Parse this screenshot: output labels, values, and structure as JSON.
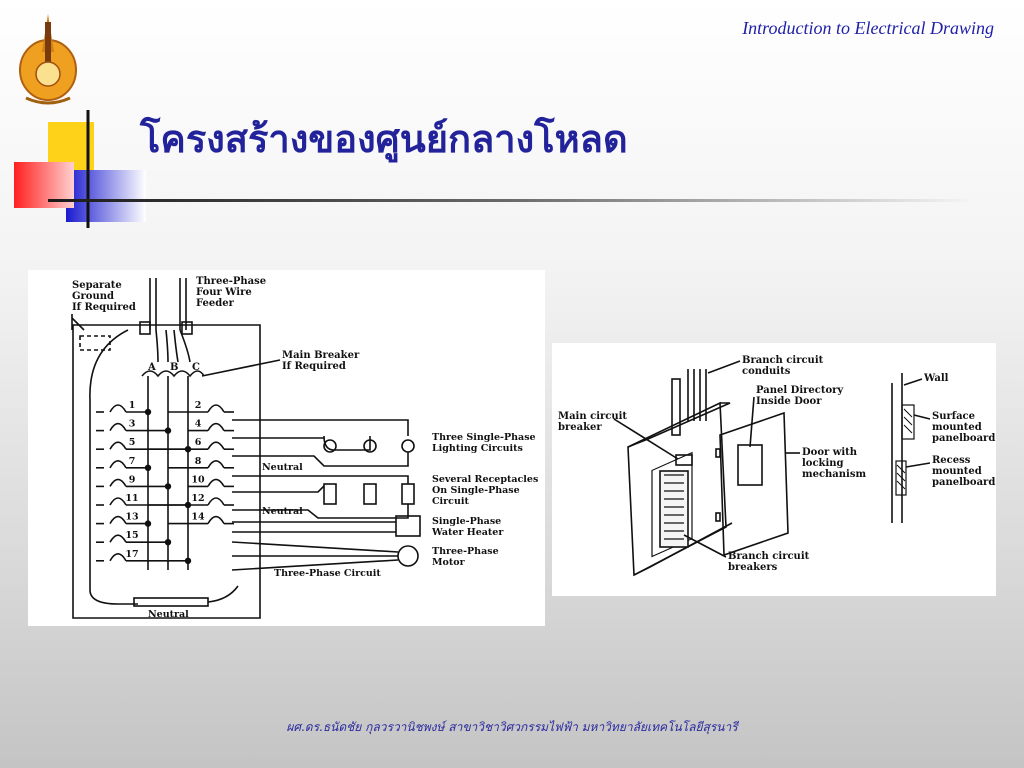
{
  "header": {
    "course_title": "Introduction to Electrical Drawing"
  },
  "slide": {
    "title": "โครงสร้างของศูนย์กลางโหลด"
  },
  "left_diagram": {
    "labels": {
      "separate_ground": [
        "Separate",
        "Ground",
        "If Required"
      ],
      "feeder": [
        "Three-Phase",
        "Four Wire",
        "Feeder"
      ],
      "main_breaker": [
        "Main Breaker",
        "If Required"
      ],
      "phase_a": "A",
      "phase_b": "B",
      "phase_c": "C",
      "lighting": [
        "Three Single-Phase",
        "Lighting Circuits"
      ],
      "receptacles": [
        "Several Receptacles",
        "On Single-Phase",
        "Circuit"
      ],
      "water_heater": [
        "Single-Phase",
        "Water Heater"
      ],
      "motor": [
        "Three-Phase",
        "Motor"
      ],
      "three_phase_circuit": "Three-Phase Circuit",
      "neutral_1": "Neutral",
      "neutral_2": "Neutral",
      "neutral_bus": "Neutral"
    },
    "odd_circuits": [
      "1",
      "3",
      "5",
      "7",
      "9",
      "11",
      "13",
      "15",
      "17"
    ],
    "even_circuits": [
      "2",
      "4",
      "6",
      "8",
      "10",
      "12",
      "14"
    ]
  },
  "right_diagram": {
    "labels": {
      "branch_conduits": [
        "Branch circuit",
        "conduits"
      ],
      "panel_directory": [
        "Panel Directory",
        "Inside Door"
      ],
      "main_breaker": [
        "Main circuit",
        "breaker"
      ],
      "door": [
        "Door with",
        "locking",
        "mechanism"
      ],
      "branch_breakers": [
        "Branch circuit",
        "breakers"
      ],
      "wall": "Wall",
      "surface": [
        "Surface",
        "mounted",
        "panelboard"
      ],
      "recess": [
        "Recess",
        "mounted",
        "panelboard"
      ]
    }
  },
  "footer": {
    "text": "ผศ.ดร.ธนัดชัย กุลวรวานิชพงษ์ สาขาวิชาวิศวกรรมไฟฟ้า มหาวิทยาลัยเทคโนโลยีสุรนารี"
  }
}
